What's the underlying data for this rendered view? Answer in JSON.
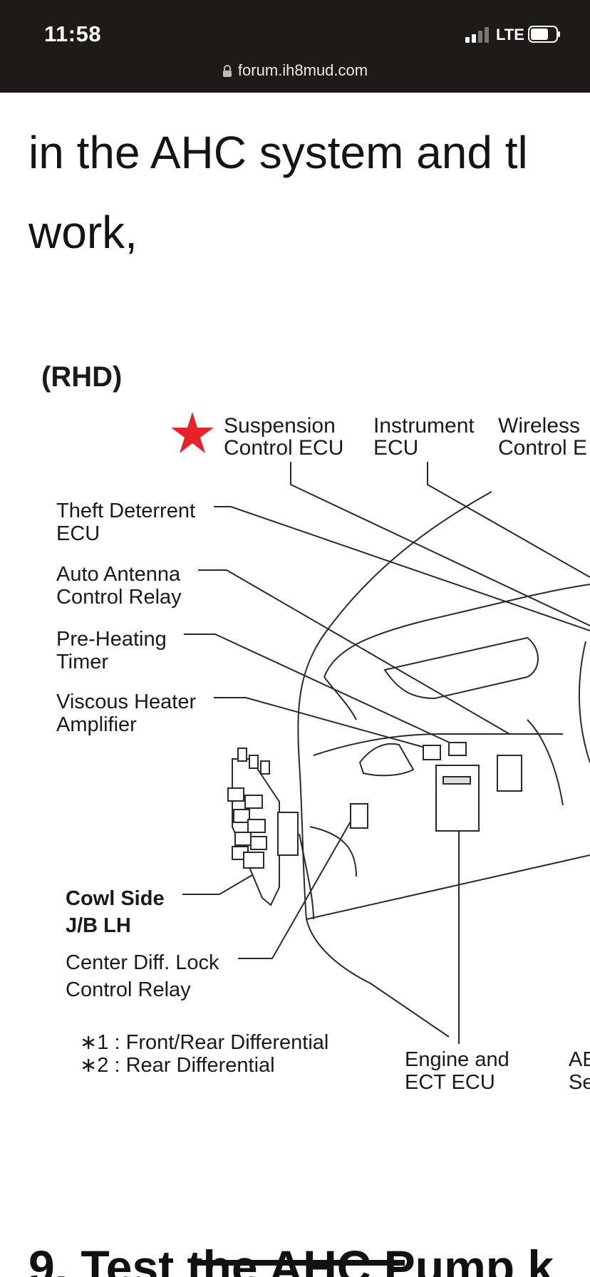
{
  "status_bar": {
    "time": "11:58",
    "network": "LTE",
    "icons": [
      "signal-icon",
      "battery-icon",
      "lock-icon"
    ]
  },
  "browser": {
    "url": "forum.ih8mud.com"
  },
  "article": {
    "text_lines": [
      "in the AHC system and tl",
      "work,"
    ],
    "next_heading": "9. Test the AHC Pump k"
  },
  "diagram": {
    "variant": "(RHD)",
    "labels": {
      "suspension_1": "Suspension",
      "suspension_2": "Control ECU",
      "instrument_1": "Instrument",
      "instrument_2": "ECU",
      "wireless_1": "Wireless",
      "wireless_2": "Control E",
      "theft_1": "Theft Deterrent",
      "theft_2": "ECU",
      "antenna_1": "Auto Antenna",
      "antenna_2": "Control Relay",
      "preheat_1": "Pre-Heating",
      "preheat_2": "Timer",
      "viscous_1": "Viscous Heater",
      "viscous_2": "Amplifier",
      "cowl_1": "Cowl Side",
      "cowl_2": "J/B LH",
      "center_1": "Center Diff. Lock",
      "center_2": "Control Relay",
      "note_1": "∗1 : Front/Rear Differential",
      "note_2": "∗2 : Rear Differential",
      "engine_1": "Engine and",
      "engine_2": "ECT ECU",
      "cut_1": "AE",
      "cut_2": "Se"
    },
    "star_color": "#e8222a"
  }
}
